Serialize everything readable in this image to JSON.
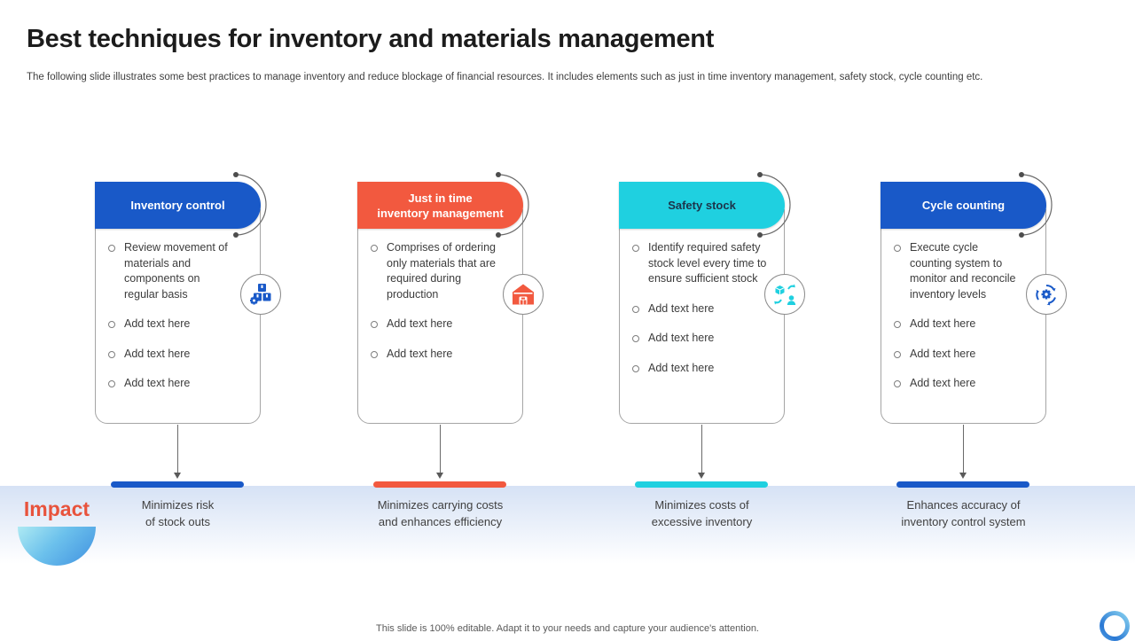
{
  "slide": {
    "title": "Best techniques for inventory and materials management",
    "subtitle": "The following slide illustrates some best practices to manage inventory and reduce blockage of financial resources. It includes elements such as just in time inventory management, safety stock, cycle counting etc.",
    "impact_label": "Impact",
    "footer": "This slide is 100% editable. Adapt it to your needs and capture your audience's attention."
  },
  "colors": {
    "blue": "#1959c8",
    "orange": "#f2593f",
    "cyan": "#1fd0e0",
    "impact_text": "#e8533c"
  },
  "columns": [
    {
      "id": "inventory-control",
      "accent": "#1959c8",
      "title_color": "#ffffff",
      "title_lines": [
        "Inventory control",
        ""
      ],
      "icon": "boxes-gear-icon",
      "bullets": [
        "Review movement of materials and components on regular basis",
        "Add text here",
        "Add text here",
        "Add text here"
      ],
      "impact_line1": "Minimizes risk",
      "impact_line2": "of stock outs"
    },
    {
      "id": "just-in-time",
      "accent": "#f2593f",
      "title_color": "#ffffff",
      "title_lines": [
        "Just in time",
        "inventory management"
      ],
      "icon": "warehouse-icon",
      "bullets": [
        "Comprises of ordering only materials that are required during production",
        "Add text here",
        "Add text here"
      ],
      "impact_line1": "Minimizes carrying costs",
      "impact_line2": "and enhances efficiency"
    },
    {
      "id": "safety-stock",
      "accent": "#1fd0e0",
      "title_color": "#1c3349",
      "title_lines": [
        "Safety stock",
        ""
      ],
      "icon": "box-transfer-person-icon",
      "bullets": [
        "Identify required safety stock level every time to ensure sufficient stock",
        "Add text here",
        "Add text here",
        "Add text here"
      ],
      "impact_line1": "Minimizes costs of",
      "impact_line2": "excessive inventory"
    },
    {
      "id": "cycle-counting",
      "accent": "#1959c8",
      "title_color": "#ffffff",
      "title_lines": [
        "Cycle counting",
        ""
      ],
      "icon": "gear-cycle-icon",
      "bullets": [
        "Execute cycle counting system to monitor and reconcile inventory levels",
        "Add text here",
        "Add text here",
        "Add text here"
      ],
      "impact_line1": "Enhances accuracy of",
      "impact_line2": "inventory control system"
    }
  ]
}
